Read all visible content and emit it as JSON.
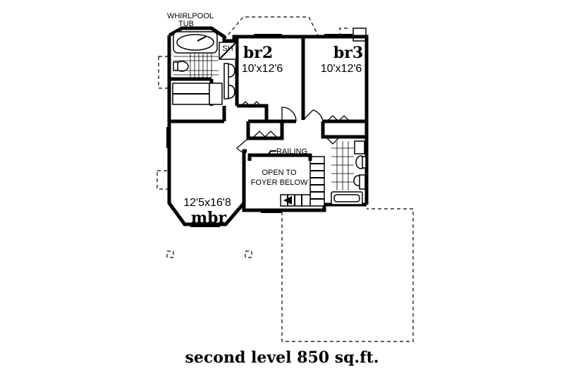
{
  "labels": {
    "whirlpool": "WHIRLPOOL",
    "tub": "TUB",
    "shower": "SH",
    "br2_name": "br2",
    "br2_size": "10'x12'6",
    "br3_name": "br3",
    "br3_size": "10'x12'6",
    "railing": "RAILING",
    "open_to": "OPEN TO",
    "foyer_below": "FOYER BELOW",
    "mbr_size": "12'5x16'8",
    "mbr_name": "mbr"
  },
  "caption": "second level 850 sq.ft."
}
